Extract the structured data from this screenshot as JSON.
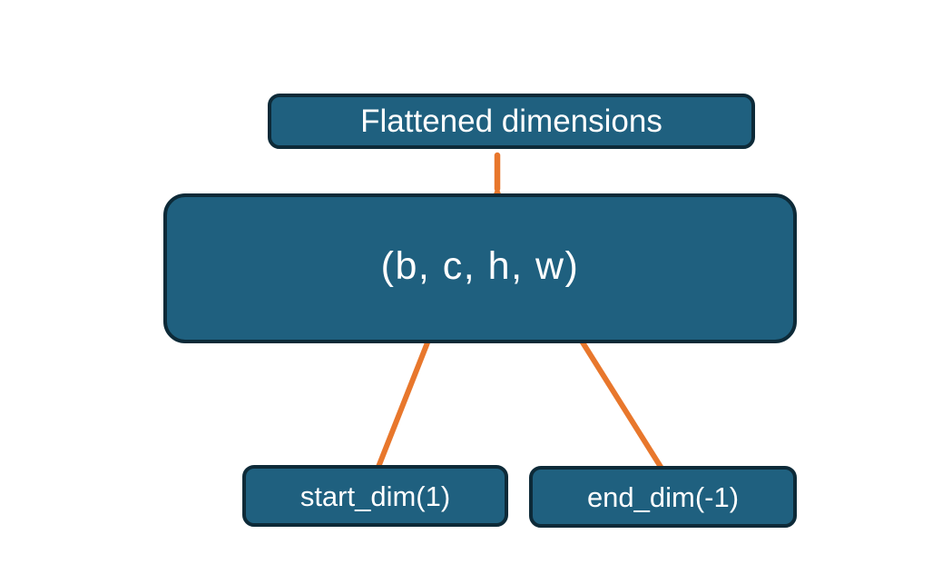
{
  "colors": {
    "page_bg": "#ffffff",
    "box_fill": "#1F607F",
    "box_border": "#0D2A38",
    "arrow": "#E8772C",
    "text_color": "#ffffff"
  },
  "diagram": {
    "top_box": {
      "label": "Flattened dimensions"
    },
    "tensor_box": {
      "label": "(b, c, h, w)"
    },
    "start_box": {
      "label": "start_dim(1)"
    },
    "end_box": {
      "label": "end_dim(-1)"
    }
  }
}
